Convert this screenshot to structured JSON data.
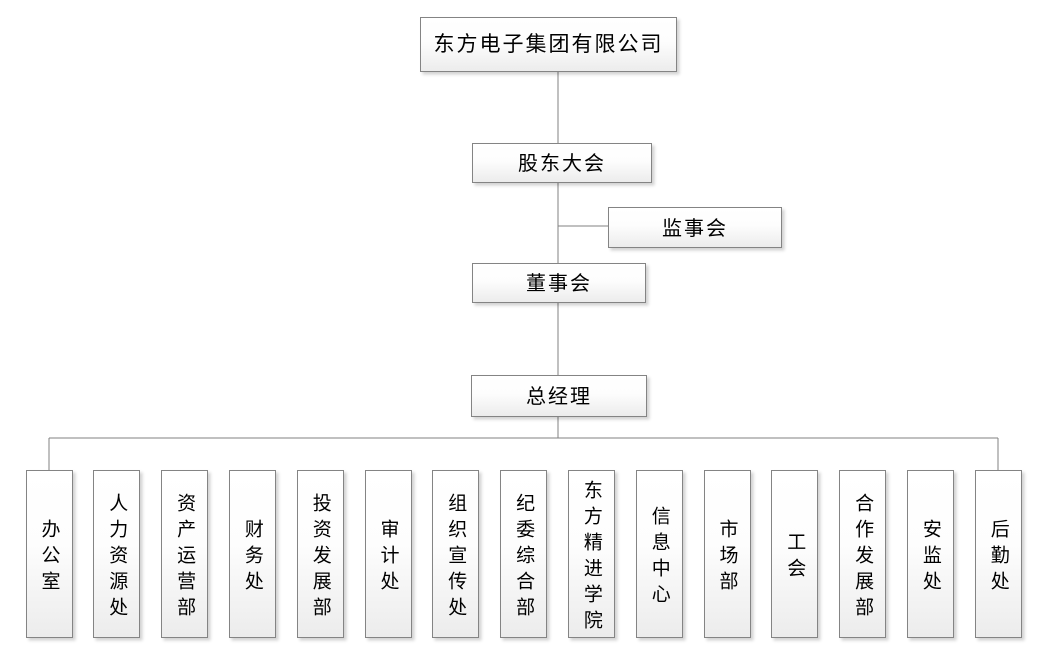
{
  "org": {
    "company": "东方电子集团有限公司",
    "shareholders_meeting": "股东大会",
    "supervisory_board": "监事会",
    "board_of_directors": "董事会",
    "general_manager": "总经理",
    "departments": [
      "办公室",
      "人力资源处",
      "资产运营部",
      "财务处",
      "投资发展部",
      "审计处",
      "组织宣传处",
      "纪委综合部",
      "东方精进学院",
      "信息中心",
      "市场部",
      "工会",
      "合作发展部",
      "安监处",
      "后勤处"
    ]
  },
  "colors": {
    "connector_line": "#808080",
    "box_border": "#848484",
    "box_fill_top": "#ffffff",
    "box_fill_bottom": "#ececec",
    "text": "#000000",
    "background": "#ffffff"
  }
}
